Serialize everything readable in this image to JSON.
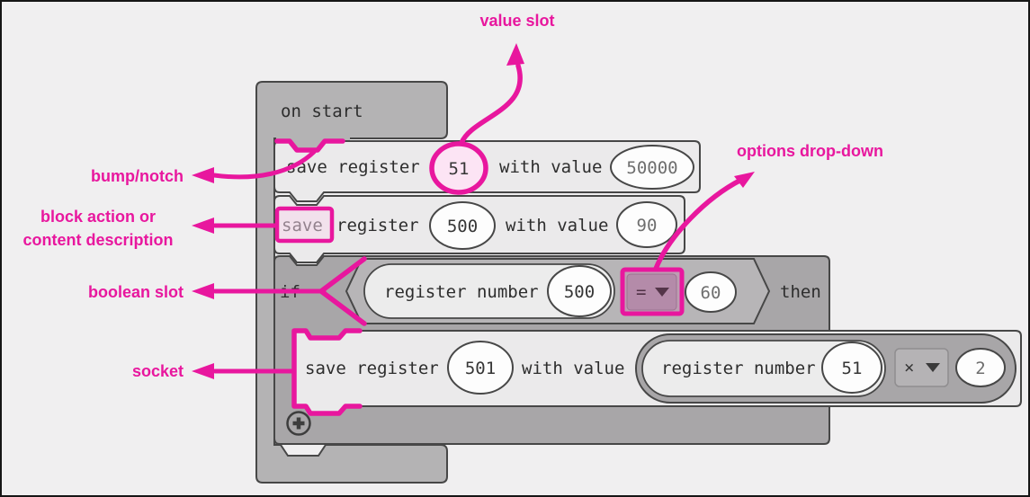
{
  "annotations": {
    "value_slot": "value slot",
    "options_dropdown": "options drop-down",
    "bump_notch": "bump/notch",
    "block_action_1": "block action or",
    "block_action_2": "content description",
    "boolean_slot": "boolean slot",
    "socket": "socket"
  },
  "blocks": {
    "on_start": {
      "label": "on start"
    },
    "save1": {
      "action": "save register",
      "register": "51",
      "with_value": "with value",
      "value": "50000"
    },
    "save2": {
      "action": "save",
      "noun": "register",
      "register": "500",
      "with_value": "with value",
      "value": "90"
    },
    "if": {
      "keyword": "if",
      "condition_label": "register number",
      "condition_register": "500",
      "operator": "=",
      "compare_value": "60",
      "then": "then"
    },
    "save3": {
      "action": "save register",
      "register": "501",
      "with_value": "with value",
      "expr_label": "register number",
      "expr_register": "51",
      "operator": "×",
      "multiplier": "2"
    }
  },
  "colors": {
    "annotation_accent": "#e8179e",
    "value_slot_highlight": "#fce4f4",
    "block_light": "#ebeaeb",
    "block_gray": "#a8a6a8",
    "container_gray": "#b4b3b4",
    "outline": "#474747",
    "background": "#f0eff0"
  }
}
